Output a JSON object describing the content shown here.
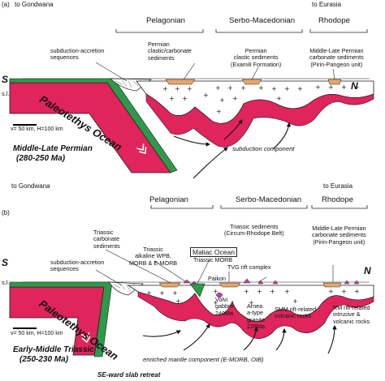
{
  "panel_a": {
    "label": "(a)",
    "gondwana_top": "to Gondwana",
    "eurasia_top": "to Eurasia",
    "regions": [
      "Pelagonian",
      "Serbo-Macedonian",
      "Rhodope"
    ],
    "side_s": "S",
    "side_n": "N",
    "sea_level": "s.l.",
    "ocean": "Paleotethys Ocean",
    "scale": "v= 50 km, H=100 km",
    "age_title": "Middle-Late Permian",
    "age_range": "(280-250 Ma)",
    "bottom_left": "to Gondwana",
    "annotations": {
      "subduction_accretion": [
        "subduction-accretion",
        "sequences"
      ],
      "pelagonian": [
        "Permian",
        "clastic/carbonate",
        "sediments"
      ],
      "serbo": [
        "Permian",
        "clastic sediments",
        "(Examili Formation)"
      ],
      "rhodope": [
        "Middle-Late Permian",
        "carbonate sediments",
        "(Pirin-Pangeon unit)"
      ],
      "subduction_component": "subduction component"
    }
  },
  "panel_b": {
    "label": "(b)",
    "eurasia_top": "to Eurasia",
    "regions": [
      "Pelagonian",
      "Serbo-Macedonian",
      "Rhodope"
    ],
    "side_s": "S",
    "side_n": "N",
    "sea_level": "s.l.",
    "ocean": "Paleotethys Ocean",
    "scale": "v= 50 km, H=100 km",
    "age_title": "Early-Middle Triassic",
    "age_range": "(250-230 Ma)",
    "bottom": "SE-ward slab retreat",
    "annotations": {
      "triassic_carbonate": [
        "Triassic",
        "carbonate",
        "sediments"
      ],
      "subduction_accretion": [
        "subduction-accretion",
        "sequences"
      ],
      "alkaline": [
        "Triassic",
        "alkaline WPB,",
        "MORB & E-MORB"
      ],
      "maliac_box": "Maliac Ocean",
      "maliac_morb": "Triassic MORB",
      "circum_rhodope": [
        "Triassic sediments",
        "(Circum-Rhodope Belt)"
      ],
      "rhodope": [
        "Middle-Late Permian",
        "carbonate sediments",
        "(Pirin-Pangeon unit)"
      ],
      "tvg": "TVG rift complex",
      "paikon": "Paikon",
      "volvi": [
        "Volvi",
        "gabbro",
        "240Ma"
      ],
      "arnea": [
        "Arnea",
        "a-type",
        "granite",
        "228Ma"
      ],
      "smm": [
        "SMM rift-related",
        "volcanic rocks"
      ],
      "rm": [
        "RM rift-related",
        "intrusive &",
        "volcanic rocks"
      ],
      "enriched": "enriched mantle component (E-MORB, OIB)"
    }
  },
  "colors": {
    "oceanic_lithosphere": "#e0245c",
    "green_crust": "#2e9a49",
    "sediment": "#e8a66a",
    "magmatic": "#c23fae",
    "line": "#1a1a1a"
  }
}
